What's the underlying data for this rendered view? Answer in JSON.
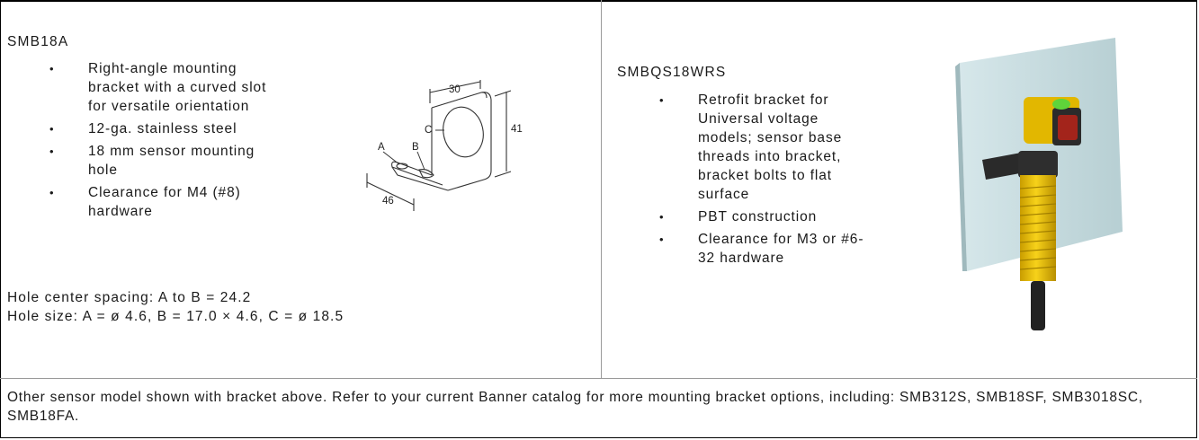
{
  "left_product": {
    "model": "SMB18A",
    "features": [
      "Right-angle mounting bracket with a curved slot for versatile orientation",
      "12-ga. stainless steel",
      "18 mm sensor mounting hole",
      "Clearance for M4 (#8) hardware"
    ],
    "spec_lines": [
      "Hole center spacing: A to B = 24.2",
      "Hole size: A = ø 4.6, B = 17.0 × 4.6, C = ø 18.5"
    ],
    "drawing_labels": {
      "width": "30",
      "height": "41",
      "depth": "46",
      "a": "A",
      "b": "B",
      "c": "C"
    }
  },
  "right_product": {
    "model": "SMBQS18WRS",
    "features": [
      "Retrofit bracket for Universal voltage models; sensor base threads into bracket, bracket bolts to flat surface",
      "PBT construction",
      "Clearance for M3 or #6-32 hardware"
    ]
  },
  "footer": {
    "text": "Other sensor model shown with bracket above. Refer to your current Banner catalog for more mounting bracket options, including: SMB312S, SMB18SF, SMB3018SC, SMB18FA."
  },
  "colors": {
    "wall": "#c8dcdf",
    "sensor_yellow": "#f2c500",
    "sensor_black": "#2a2a2a",
    "led_green": "#5fd43a",
    "lens_red": "#b0241a"
  }
}
